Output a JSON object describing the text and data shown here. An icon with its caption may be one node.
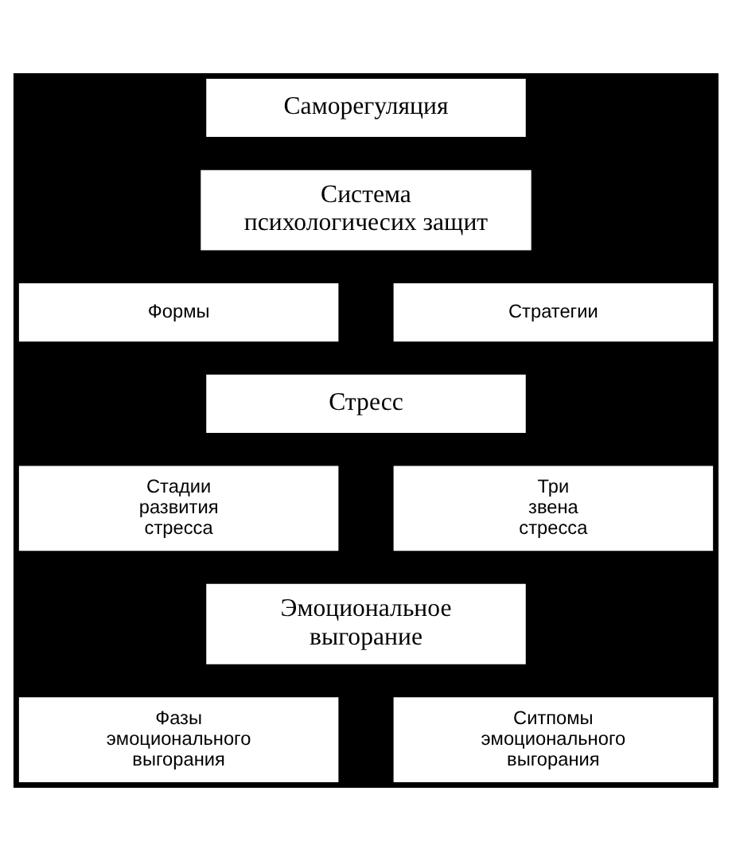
{
  "diagram": {
    "nodes": [
      {
        "text": [
          "Саморегуляция"
        ]
      },
      {
        "text": [
          "Система психологичесих защит"
        ]
      },
      {
        "text": [
          "Формы"
        ]
      },
      {
        "text": [
          "Стратегии"
        ]
      },
      {
        "text": [
          "Стресс"
        ]
      },
      {
        "text": [
          "Стадии развития стресса"
        ]
      },
      {
        "text": [
          "Три звена стресса"
        ]
      },
      {
        "text": [
          "Эмоциональное выгорание"
        ]
      },
      {
        "text": [
          "Фазы эмоционального выгорания"
        ]
      },
      {
        "text": [
          "Ситпомы эмоционального выгорания"
        ]
      }
    ]
  }
}
